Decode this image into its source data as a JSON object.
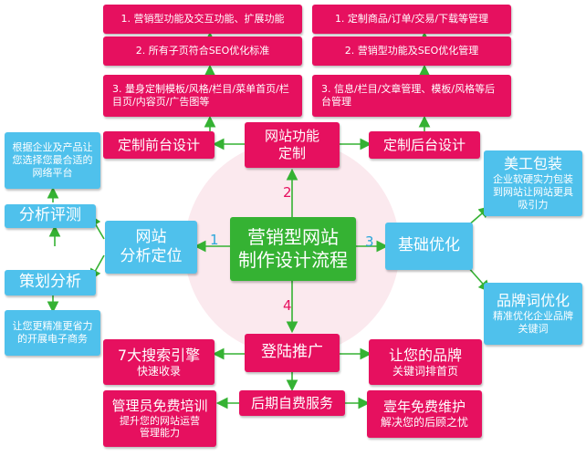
{
  "center": {
    "line1": "营销型网站",
    "line2": "制作设计流程"
  },
  "step_numbers": {
    "n1": "1",
    "n2": "2",
    "n3": "3",
    "n4": "4"
  },
  "top": {
    "line1": "网站功能",
    "line2": "定制"
  },
  "front": {
    "title": "定制前台设计",
    "items": [
      "1. 营销型功能及交互功能、扩展功能",
      "2. 所有子页符合SEO优化标准",
      "3. 量身定制模板/风格/栏目/菜单首页/栏目页/内容页/广告图等"
    ]
  },
  "back": {
    "title": "定制后台设计",
    "items": [
      "1. 定制商品/订单/交易/下载等管理",
      "2. 营销型功能及SEO优化管理",
      "3. 信息/栏目/文章管理、模板/风格等后台管理"
    ]
  },
  "left": {
    "main_line1": "网站",
    "main_line2": "分析定位",
    "note_top": "根据企业及产品让您选择您最合适的网络平台",
    "analysis": "分析评测",
    "planning": "策划分析",
    "note_bottom": "让您更精准更省力的开展电子商务"
  },
  "right": {
    "main": "基础优化",
    "art_title": "美工包装",
    "art_desc": "企业软硬实力包装到网站让网站更具吸引力",
    "brand_title": "品牌词优化",
    "brand_desc": "精准优化企业品牌关键词"
  },
  "bottom": {
    "promo": "登陆推广",
    "seo_title": "7大搜索引擎",
    "seo_desc": "快速收录",
    "brand_title": "让您的品牌",
    "brand_desc": "关键词排首页",
    "service": "后期自费服务",
    "train_title": "管理员免费培训",
    "train_desc": "提升您的网站运营管理能力",
    "maint_title": "壹年免费维护",
    "maint_desc": "解决您的后顾之忧"
  },
  "colors": {
    "pink": "#e6105f",
    "blue": "#4fc1ec",
    "green": "#35b233",
    "arrow": "#35b233"
  }
}
